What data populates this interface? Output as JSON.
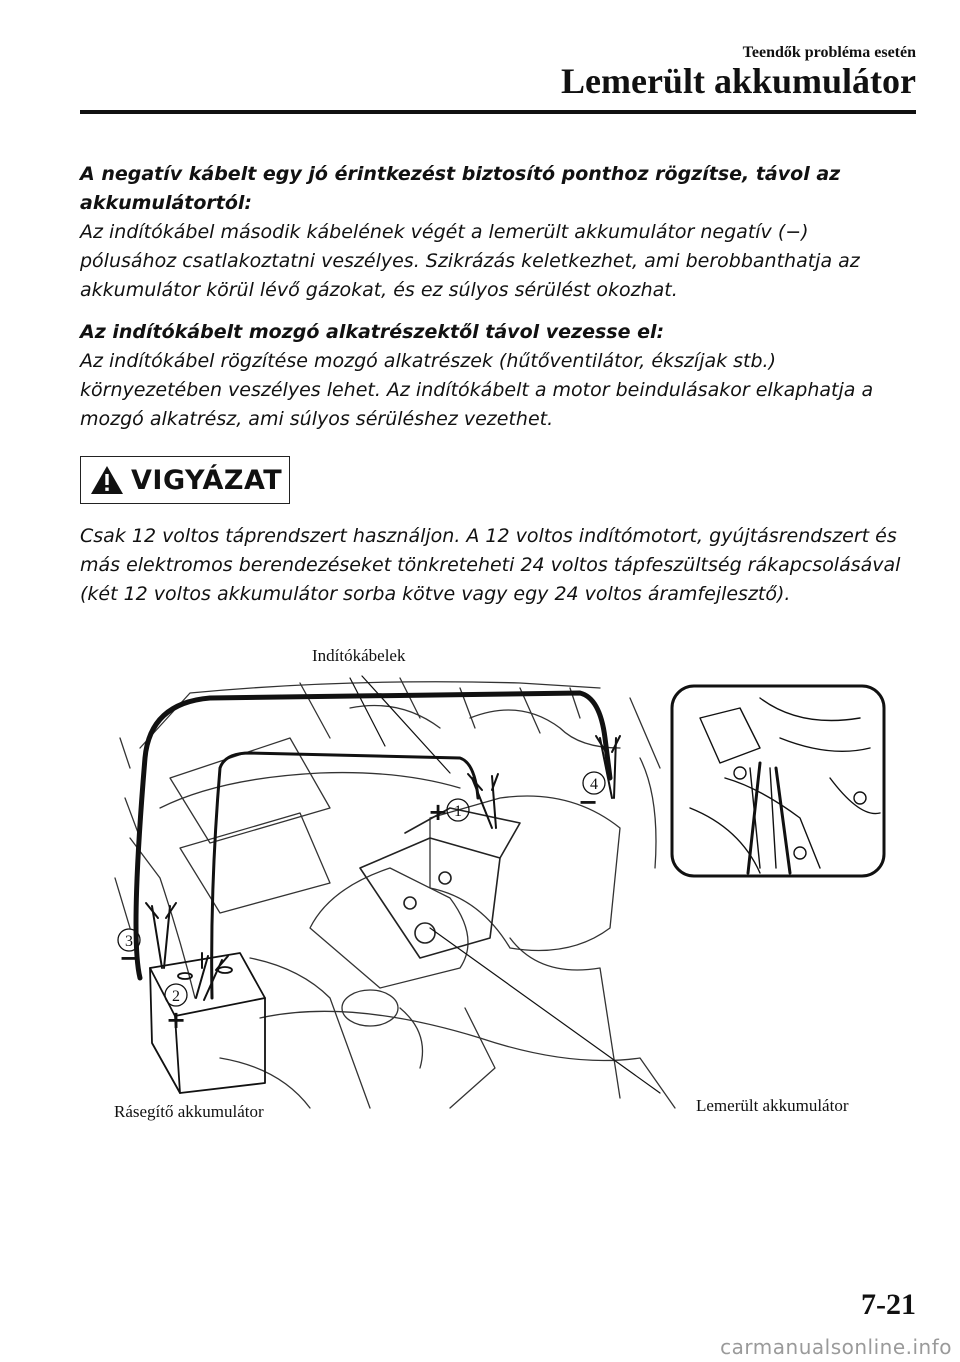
{
  "header": {
    "subtitle": "Teendők probléma esetén",
    "title": "Lemerült akkumulátor"
  },
  "body": {
    "p1_heading": "A negatív kábelt egy jó érintkezést biztosító ponthoz rögzítse, távol az akkumulátortól:",
    "p1_text": "Az indítókábel második kábelének végét a lemerült akkumulátor negatív (−) pólusához csatlakoztatni veszélyes. Szikrázás keletkezhet, ami berobbanthatja az akkumulátor körül lévő gázokat, és ez súlyos sérülést okozhat.",
    "p2_heading": "Az indítókábelt mozgó alkatrészektől távol vezesse el:",
    "p2_text": "Az indítókábel rögzítése mozgó alkatrészek (hűtőventilátor, ékszíjak stb.) környezetében veszélyes lehet. Az indítókábelt a motor beindulásakor elkaphatja a mozgó alkatrész, ami súlyos sérüléshez vezethet.",
    "caution_label": "VIGYÁZAT",
    "caution_text": "Csak 12 voltos táprendszert használjon. A 12 voltos indítómotort, gyújtásrendszert és más elektromos berendezéseket tönkreteheti 24 voltos tápfeszültség rákapcsolásával (két 12 voltos akkumulátor sorba kötve vagy egy 24 voltos áramfejlesztő)."
  },
  "figure": {
    "label_cables": "Indítókábelek",
    "label_booster": "Rásegítő akkumulátor",
    "label_dead": "Lemerült akkumulátor",
    "markers": [
      "①",
      "②",
      "③",
      "④"
    ],
    "plus": "+",
    "minus": "−"
  },
  "footer": {
    "page_number": "7-21",
    "watermark": "carmanualsonline.info"
  }
}
